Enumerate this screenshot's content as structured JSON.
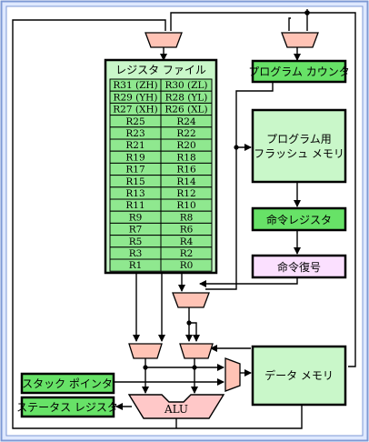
{
  "register_file": {
    "title": "レジスタ ファイル",
    "rows": [
      [
        "R31 (ZH)",
        "R30 (ZL)"
      ],
      [
        "R29 (YH)",
        "R28 (YL)"
      ],
      [
        "R27 (XH)",
        "R26 (XL)"
      ],
      [
        "R25",
        "R24"
      ],
      [
        "R23",
        "R22"
      ],
      [
        "R21",
        "R20"
      ],
      [
        "R19",
        "R18"
      ],
      [
        "R17",
        "R16"
      ],
      [
        "R15",
        "R14"
      ],
      [
        "R13",
        "R12"
      ],
      [
        "R11",
        "R10"
      ],
      [
        "R9",
        "R8"
      ],
      [
        "R7",
        "R6"
      ],
      [
        "R5",
        "R4"
      ],
      [
        "R3",
        "R2"
      ],
      [
        "R1",
        "R0"
      ]
    ]
  },
  "blocks": {
    "program_counter": "プログラム カウンタ",
    "flash_memory_line1": "プログラム用",
    "flash_memory_line2": "フラッシュ メモリ",
    "instruction_register": "命令レジスタ",
    "instruction_decoder": "命令復号",
    "data_memory": "データ メモリ",
    "stack_pointer": "スタック ポインタ",
    "status_register": "ステータス レジスタ",
    "alu": "ALU"
  },
  "colors": {
    "frame_bg": "#dfe9ff",
    "frame_border": "#7d99d4",
    "green": "#67e267",
    "light_green": "#c9f7c9",
    "reg_cell": "#8fe88f",
    "pink": "#ffc8c8",
    "lavender": "#fbe0ff",
    "mux": "#ffc3b5"
  }
}
